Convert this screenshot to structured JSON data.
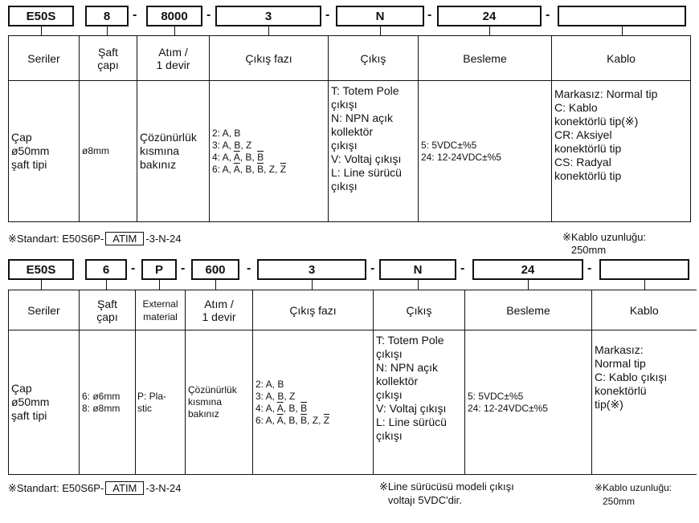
{
  "code1": {
    "parts": [
      "E50S",
      "8",
      "8000",
      "3",
      "N",
      "24",
      ""
    ],
    "headers": [
      "Seriler",
      "Şaft\nçapı",
      "Atım /\n1 devir",
      "Çıkış fazı",
      "Çıkış",
      "Besleme",
      "Kablo"
    ],
    "seriler": "Çap\nø50mm\nşaft tipi",
    "saft": "ø8mm",
    "atim": "Çözünürlük\nkısmına\nbakınız",
    "faz": [
      "2: A, B",
      "3: A, B, Z",
      "4: A, A, B, B",
      "6: A, A, B, B, Z, Z"
    ],
    "cikis": "T: Totem Pole\n   çıkışı\nN: NPN açık\n   kollektör\n   çıkışı\nV: Voltaj çıkışı\nL: Line sürücü\n   çıkışı",
    "besleme": "5: 5VDC±%5\n24: 12-24VDC±%5",
    "kablo": "Markasız: Normal tip\nC: Kablo\n   konektörlü tip(※)\nCR: Aksiyel\n   konektörlü tip\nCS: Radyal\n   konektörlü tip",
    "note_left_prefix": "※Standart: E50S6P-",
    "note_left_box": "ATIM",
    "note_left_suffix": "-3-N-24",
    "note_right": "※Kablo uzunluğu:\n   250mm"
  },
  "code2": {
    "parts": [
      "E50S",
      "6",
      "P",
      "600",
      "3",
      "N",
      "24",
      ""
    ],
    "headers": [
      "Seriler",
      "Şaft\nçapı",
      "External\nmaterial",
      "Atım /\n1 devir",
      "Çıkış fazı",
      "Çıkış",
      "Besleme",
      "Kablo"
    ],
    "seriler": "Çap\nø50mm\nşaft tipi",
    "saft": "6: ø6mm\n8: ø8mm",
    "material": "P: Pla-\n    stic",
    "atim": "Çözünürlük\nkısmına\nbakınız",
    "faz": [
      "2: A, B",
      "3: A, B, Z",
      "4: A, A, B, B",
      "6: A, A, B, B, Z, Z"
    ],
    "cikis": "T: Totem Pole\n   çıkışı\nN: NPN açık\n   kollektör\n   çıkışı\nV: Voltaj çıkışı\nL: Line sürücü\n   çıkışı",
    "besleme": "5: 5VDC±%5\n24: 12-24VDC±%5",
    "kablo": "Markasız:\nNormal tip\nC: Kablo çıkışı\n   konektörlü\n   tip(※)",
    "note_left_prefix": "※Standart: E50S6P-",
    "note_left_box": "ATIM",
    "note_left_suffix": "-3-N-24",
    "note_mid": "※Line sürücüsü modeli çıkışı\n   voltajı 5VDC'dir.",
    "note_right": "※Kablo uzunluğu:\n   250mm"
  }
}
